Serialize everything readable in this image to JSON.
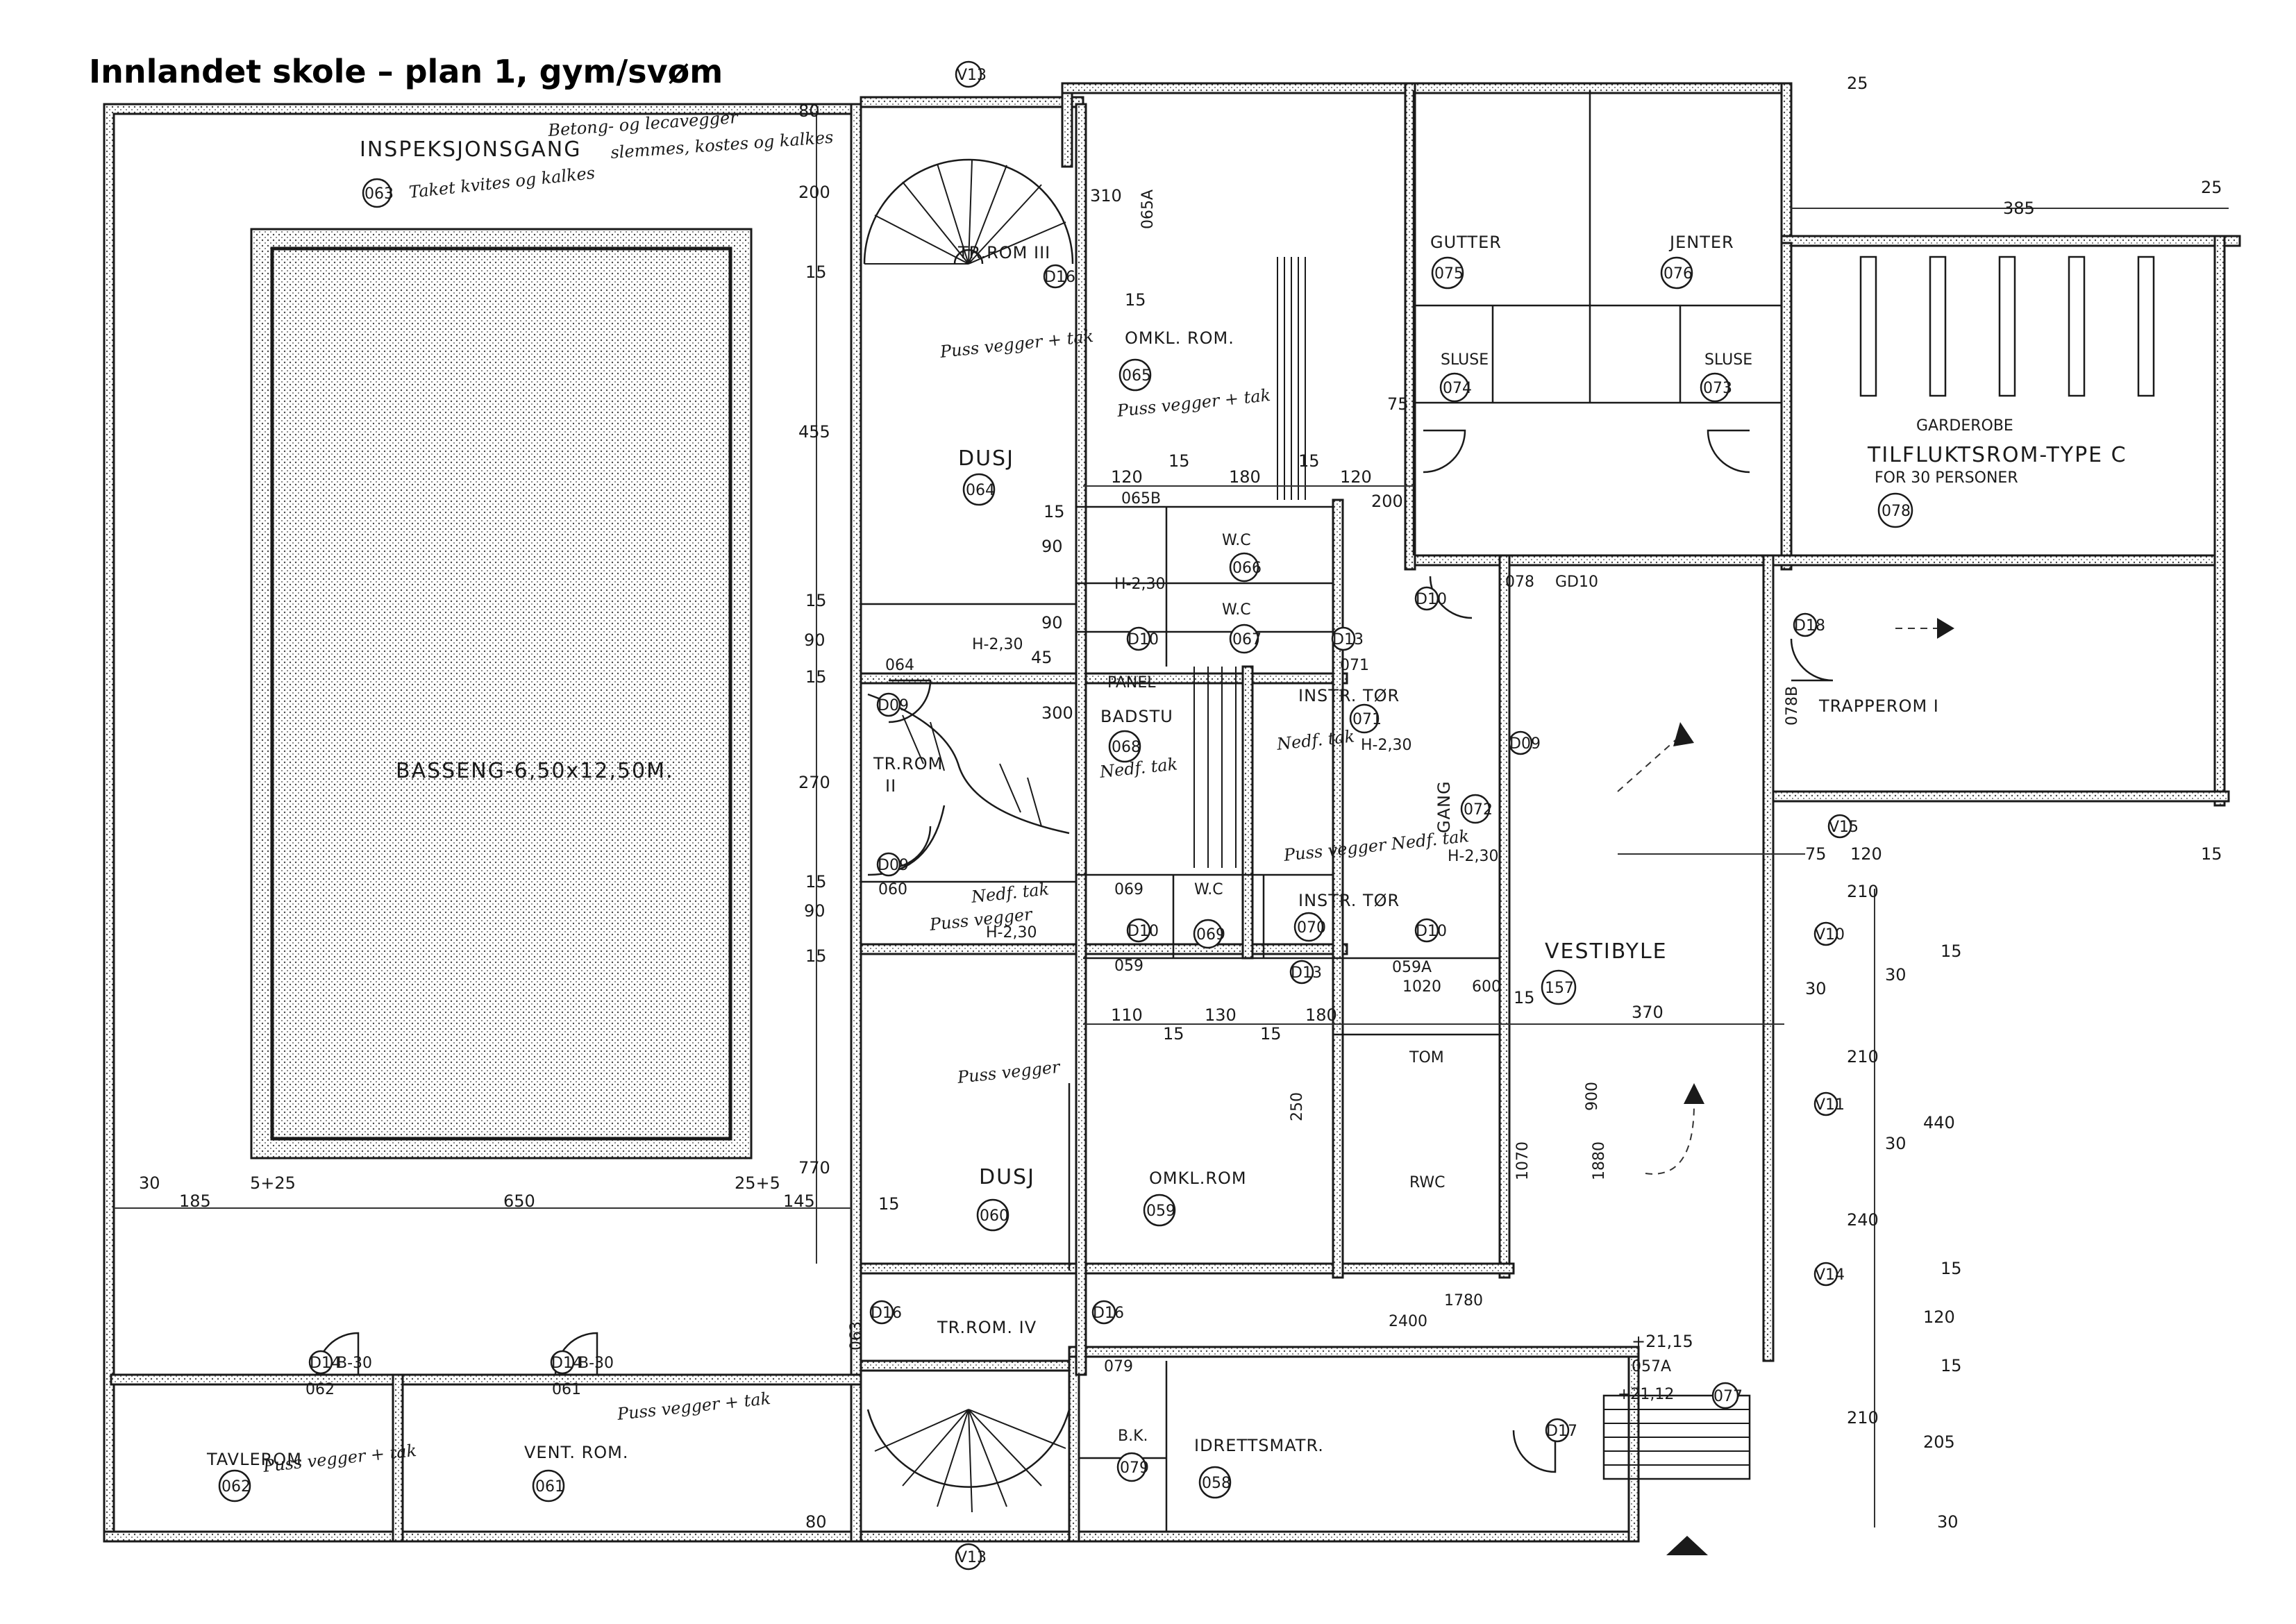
{
  "title": "Innlandet skole – plan 1, gym/svøm",
  "rooms": {
    "inspeksjonsgang": "INSPEKSJONSGANG",
    "basseng": "BASSENG-6,50x12,50M.",
    "dusj_top": "DUSJ",
    "dusj_bottom": "DUSJ",
    "omkl_top": "OMKL. ROM.",
    "omkl_bottom": "OMKL.ROM",
    "tr_rom_3": "TR.ROM III",
    "tr_rom_2": "TR.ROM",
    "tr_rom_2_num": "II",
    "tr_rom_4": "TR.ROM. IV",
    "badstu": "BADSTU",
    "instr_tor_top": "INSTR. TØR",
    "instr_tor_bottom": "INSTR. TØR",
    "gutter": "GUTTER",
    "jenter": "JENTER",
    "sluse_1": "SLUSE",
    "sluse_2": "SLUSE",
    "tilfluktsrom": "TILFLUKTSROM-TYPE C",
    "tilfluktsrom_sub": "FOR 30 PERSONER",
    "garderobe": "GARDEROBE",
    "trapperom": "TRAPPEROM I",
    "vestibyle": "VESTIBYLE",
    "gang": "GANG",
    "tavlerom": "TAVLEROM",
    "vent_rom": "VENT. ROM.",
    "idrettsmatr": "IDRETTSMATR.",
    "bk": "B.K.",
    "wc_1": "W.C",
    "wc_2": "W.C",
    "wc_3": "W.C",
    "rwc": "RWC",
    "tom": "TOM"
  },
  "room_numbers": {
    "r063": "063",
    "r064": "064",
    "r065": "065",
    "r066": "066",
    "r067": "067",
    "r068": "068",
    "r069": "069",
    "r070": "070",
    "r071": "071",
    "r072": "072",
    "r073": "073",
    "r074": "074",
    "r075": "075",
    "r076": "076",
    "r077": "077",
    "r078": "078",
    "r079": "079",
    "r157": "157",
    "r058": "058",
    "r059": "059",
    "r060": "060",
    "r061": "061",
    "r062": "062"
  },
  "door_tags": {
    "d_v13_top": "V13",
    "d_v13_bot": "V13",
    "d_v15": "V15",
    "d_v10": "V10",
    "d_v11": "V11",
    "d_v14": "V14",
    "d_d16_a": "D16",
    "d_d16_b": "D16",
    "d_d16_c": "D16",
    "d_d09_a": "D09",
    "d_d09_b": "D09",
    "d_d09_c": "D09",
    "d_d10_a": "D10",
    "d_d10_b": "D10",
    "d_d10_c": "D10",
    "d_d10_d": "D10",
    "d_d13_a": "D13",
    "d_d13_b": "D13",
    "d_d14_a": "D14",
    "d_d14_b": "D14",
    "d_d18": "D18",
    "d_d17": "D17"
  },
  "door_notes": {
    "b30_a": "B-30",
    "b30_b": "B-30",
    "gd10": "GD10",
    "n062": "062",
    "n061": "061",
    "n064": "064",
    "n060": "060",
    "n065b": "065B",
    "n065a": "065A",
    "n059a": "059A",
    "n057a": "057A",
    "n078": "078",
    "n078b": "078B",
    "n063": "063",
    "n071": "071",
    "n069": "069",
    "n079": "079",
    "n059": "059",
    "panel": "PANEL"
  },
  "handwritten": {
    "note_063a": "Betong- og lecavegger",
    "note_063b": "slemmes, kostes og kalkes",
    "note_063c": "Taket kvites og kalkes",
    "puss_064": "Puss vegger + tak",
    "puss_065": "Puss vegger + tak",
    "puss_060": "Puss vegger",
    "puss_069": "Puss vegger",
    "puss_070": "Puss vegger Nedf. tak",
    "puss_061": "Puss vegger + tak",
    "puss_062": "Puss vegger + tak",
    "nedf_068": "Nedf. tak",
    "nedf_071": "Nedf. tak",
    "nedf_corr": "Nedf. tak",
    "h230_a": "H-2,30",
    "h230_b": "H-2,30",
    "h230_c": "H-2,30",
    "h230_d": "H-2,30",
    "h230_e": "H-2,30"
  },
  "dimensions": {
    "d200": "200",
    "d15a": "15",
    "d455": "455",
    "d15b": "15",
    "d90a": "90",
    "d15c": "15",
    "d270": "270",
    "d15d": "15",
    "d90b": "90",
    "d15e": "15",
    "d770": "770",
    "d15f": "15",
    "d310": "310",
    "d15g": "15",
    "d120a": "120",
    "d15h": "15",
    "d180a": "180",
    "d15i": "15",
    "d120b": "120",
    "d200b": "200",
    "d75": "75",
    "d110": "110",
    "d15j": "15",
    "d130": "130",
    "d15k": "15",
    "d180b": "180",
    "d15l": "15",
    "d370": "370",
    "d30a": "30",
    "d185": "185",
    "d5_25": "5+25",
    "d650": "650",
    "d25_5": "25+5",
    "d145": "145",
    "d80a": "80",
    "d80b": "80",
    "d385": "385",
    "d25a": "25",
    "d25b": "25",
    "d75b": "75",
    "d120c": "120",
    "d15m": "15",
    "d210a": "210",
    "d15n": "15",
    "d30b": "30",
    "d30c": "30",
    "d210b": "210",
    "d440": "440",
    "d30d": "30",
    "d240": "240",
    "d15o": "15",
    "d120d": "120",
    "d15p": "15",
    "d210c": "210",
    "d205": "205",
    "d30e": "30",
    "d300": "300",
    "d90c": "90",
    "d90d": "90",
    "d15q": "15",
    "d45": "45",
    "d1020": "1020",
    "d600": "600",
    "d900": "900",
    "d1070": "1070",
    "d1880": "1880",
    "d2400": "2400",
    "d1780": "1780",
    "d250": "250",
    "lvl_a": "+21,15",
    "lvl_b": "+21,12"
  }
}
